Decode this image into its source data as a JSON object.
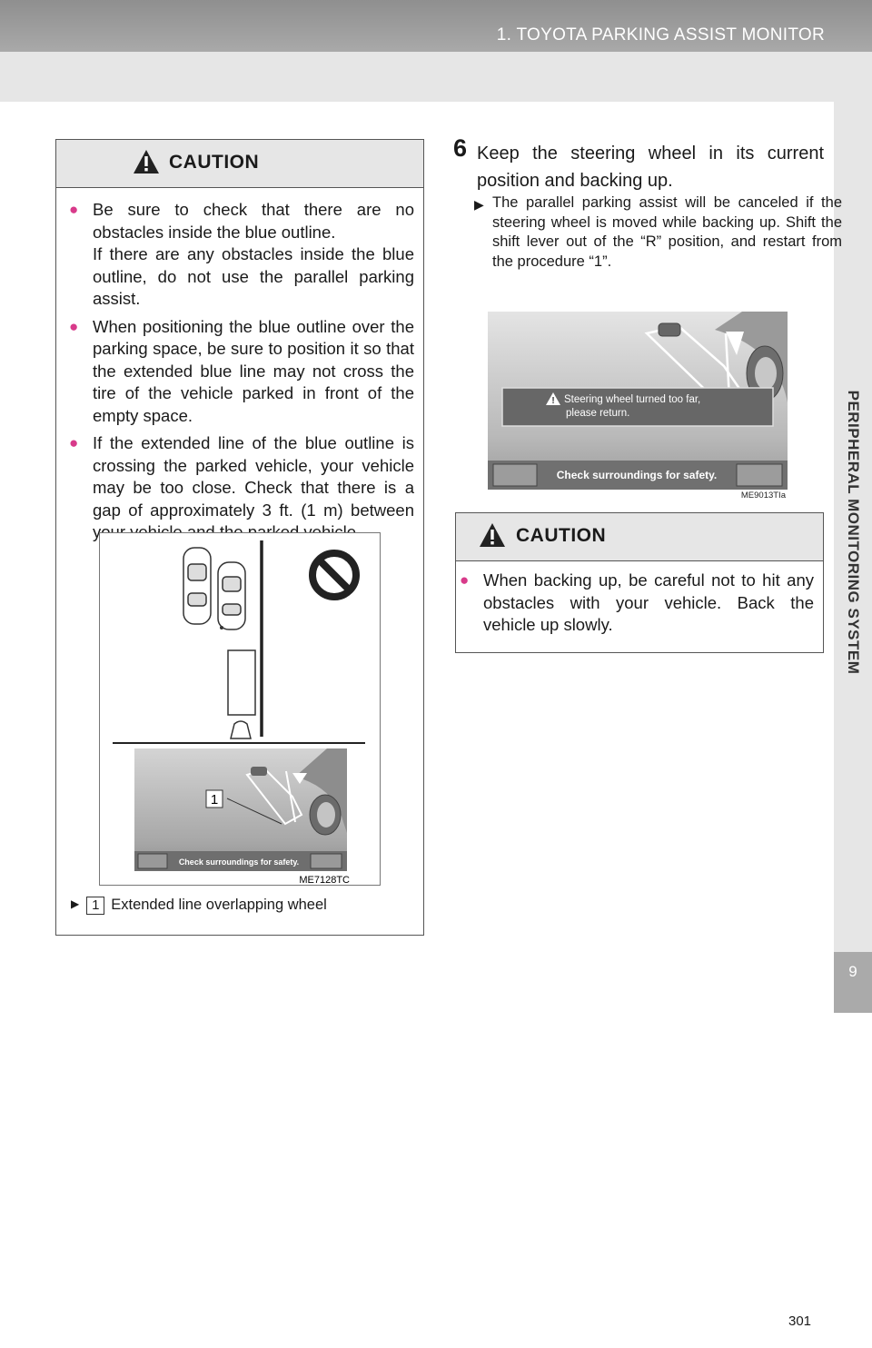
{
  "header": {
    "title": "1. TOYOTA PARKING ASSIST MONITOR"
  },
  "side_tab": {
    "title": "PERIPHERAL MONITORING SYSTEM",
    "chapter": "9"
  },
  "caution1": {
    "title": "CAUTION",
    "items": [
      "Be sure to check that there are no obstacles inside the blue outline.\nIf there are any obstacles inside the blue outline, do not use the parallel parking assist.",
      "When positioning the blue outline over the parking space, be sure to position it so that the extended blue line may not cross the tire of the vehicle parked in front of the empty space.",
      "If the extended line of the blue outline is crossing the parked vehicle, your vehicle may be too close. Check that there is a gap of approximately 3 ft. (1 m) between your vehicle and the parked vehicle."
    ],
    "figure": {
      "code": "ME7128TC",
      "callout_number": "1",
      "screen_text": "Check surroundings for safety."
    },
    "callout": {
      "number": "1",
      "text": "Extended line overlapping wheel"
    }
  },
  "step6": {
    "number": "6",
    "text": "Keep the steering wheel in its current position and backing up.",
    "note": "The parallel parking assist will be canceled if the steering wheel is moved while backing up. Shift the shift lever out of the “R” position, and restart from the procedure “1”."
  },
  "screen2": {
    "message_line1": "Steering wheel turned too far,",
    "message_line2": "please return.",
    "footer_text": "Check surroundings for safety.",
    "code": "ME9013TIa"
  },
  "caution2": {
    "title": "CAUTION",
    "items": [
      "When backing up, be careful not to hit any obstacles with your vehicle. Back the vehicle up slowly."
    ]
  },
  "page_number": "301"
}
